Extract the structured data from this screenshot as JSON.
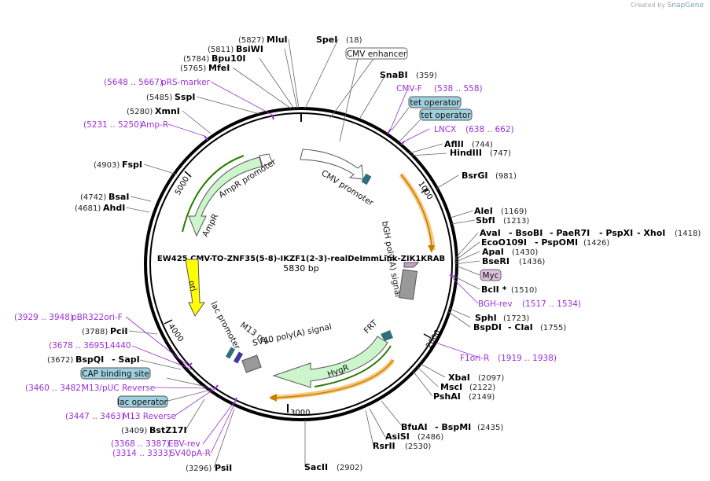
{
  "brand": {
    "created_by": "Created by",
    "name": "SnapGene"
  },
  "plasmid": {
    "name": "EW425 CMV-TO-ZNF35(5-8)-IKZF1(2-3)-realDeImmLink-ZIK1KRAB",
    "length": "5830 bp"
  },
  "ticks": {
    "t1000": "1000",
    "t2000": "2000",
    "t3000": "3000",
    "t4000": "4000",
    "t5000": "5000"
  },
  "features": {
    "cmv_promoter": "CMV promoter",
    "bgh": "bGH poly(A) signal",
    "sv40": "SV40 poly(A) signal",
    "hygr": "HygR",
    "frt": "FRT",
    "m13rev": "M13 rev",
    "lac_promoter": "lac promoter",
    "ori": "ori",
    "ampr": "AmpR",
    "ampr_promoter": "AmpR promoter"
  },
  "boxes": {
    "cmv_enhancer": "CMV enhancer",
    "tet1": "tet operator",
    "tet2": "tet operator",
    "myc": "Myc",
    "cap": "CAP binding site",
    "lacop": "lac operator"
  },
  "enzymes": {
    "mlui": {
      "pos": "(5827)",
      "name": "MluI"
    },
    "bsiwi": {
      "pos": "(5811)",
      "name": "BsiWI"
    },
    "bpu10i": {
      "pos": "(5784)",
      "name": "Bpu10I"
    },
    "mfei": {
      "pos": "(5765)",
      "name": "MfeI"
    },
    "spei": {
      "name": "SpeI",
      "pos": "(18)"
    },
    "snabi": {
      "name": "SnaBI",
      "pos": "(359)"
    },
    "sspi": {
      "pos": "(5485)",
      "name": "SspI"
    },
    "xmni": {
      "pos": "(5280)",
      "name": "XmnI"
    },
    "aflii": {
      "name": "AflII",
      "pos": "(744)"
    },
    "hindiii": {
      "name": "HindIII",
      "pos": "(747)"
    },
    "fspi": {
      "pos": "(4903)",
      "name": "FspI"
    },
    "bsrgi": {
      "name": "BsrGI",
      "pos": "(981)"
    },
    "bsai": {
      "pos": "(4742)",
      "name": "BsaI"
    },
    "ahdi": {
      "pos": "(4681)",
      "name": "AhdI"
    },
    "alei": {
      "name": "AleI",
      "pos": "(1169)"
    },
    "sbfi": {
      "name": "SbfI",
      "pos": "(1213)"
    },
    "avai": {
      "name": "AvaI",
      "sep1": "- BsoBI",
      "sep2": "- PaeR7I",
      "sep3": "- PspXI",
      "sep4": "- XhoI",
      "pos": "(1418)"
    },
    "eco": {
      "name": "EcoO109I",
      "sep": "- PspOMI",
      "pos": "(1426)"
    },
    "apai": {
      "name": "ApaI",
      "pos": "(1430)"
    },
    "bseri": {
      "name": "BseRI",
      "pos": "(1436)"
    },
    "bcli": {
      "name": "BclI *",
      "pos": "(1510)"
    },
    "sphi": {
      "name": "SphI",
      "pos": "(1723)"
    },
    "bspdi": {
      "name": "BspDI",
      "sep": "- ClaI",
      "pos": "(1755)"
    },
    "pcii": {
      "pos": "(3788)",
      "name": "PciI"
    },
    "bspqi": {
      "pos": "(3672)",
      "name": "BspQI",
      "sep": "- SapI"
    },
    "xbai": {
      "name": "XbaI",
      "pos": "(2097)"
    },
    "msci": {
      "name": "MscI",
      "pos": "(2122)"
    },
    "pshai": {
      "name": "PshAI",
      "pos": "(2149)"
    },
    "bstz17i": {
      "pos": "(3409)",
      "name": "BstZ17I"
    },
    "bfuai": {
      "name": "BfuAI",
      "sep": "- BspMI",
      "pos": "(2435)"
    },
    "asisi": {
      "name": "AsiSI",
      "pos": "(2486)"
    },
    "rsrii": {
      "name": "RsrII",
      "pos": "(2530)"
    },
    "psii": {
      "pos": "(3296)",
      "name": "PsiI"
    },
    "sacii": {
      "name": "SacII",
      "pos": "(2902)"
    }
  },
  "primers": {
    "prs": {
      "range": "(5648 .. 5667)",
      "name": "pRS-marker"
    },
    "cmvf": {
      "name": "CMV-F",
      "range": "(538 .. 558)"
    },
    "ampr": {
      "range": "(5231 .. 5250)",
      "name": "Amp-R"
    },
    "lncx": {
      "name": "LNCX",
      "range": "(638 .. 662)"
    },
    "bghrev": {
      "name": "BGH-rev",
      "range": "(1517 .. 1534)"
    },
    "pbr": {
      "range": "(3929 .. 3948)",
      "name": "pBR322ori-F"
    },
    "l4440": {
      "range": "(3678 .. 3695)",
      "name": "L4440"
    },
    "f1ori": {
      "name": "F1ori-R",
      "range": "(1919 .. 1938)"
    },
    "m13puc": {
      "range": "(3460 .. 3482)",
      "name": "M13/pUC Reverse"
    },
    "m13r": {
      "range": "(3447 .. 3463)",
      "name": "M13 Reverse"
    },
    "ebv": {
      "range": "(3368 .. 3387)",
      "name": "EBV-rev"
    },
    "sv40pa": {
      "range": "(3314 .. 3333)",
      "name": "SV40pA-R"
    }
  }
}
